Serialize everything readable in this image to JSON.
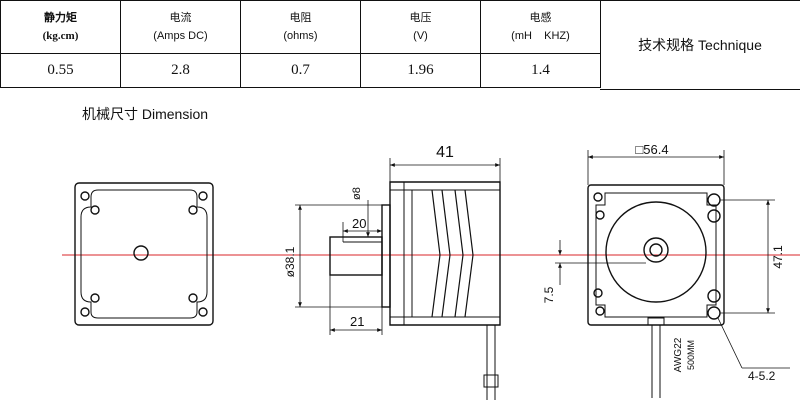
{
  "spec_table": {
    "columns": [
      {
        "name_zh": "静力矩",
        "unit": "(kg.cm)",
        "value": "0.55"
      },
      {
        "name_zh": "电流",
        "unit": "(Amps DC)",
        "value": "2.8"
      },
      {
        "name_zh": "电阻",
        "unit": "(ohms)",
        "value": "0.7"
      },
      {
        "name_zh": "电压",
        "unit": "(V)",
        "value": "1.96"
      },
      {
        "name_zh": "电感",
        "unit": "(mH    KHZ)",
        "value": "1.4"
      }
    ],
    "technique_label": "技术规格 Technique"
  },
  "dimension_title": "机械尺寸 Dimension",
  "side_view": {
    "length": "41",
    "shaft_diameter": "ø8",
    "flat_length": "20",
    "boss_diameter": "ø38.1",
    "shaft_length": "21"
  },
  "rear_view": {
    "frame_size": "□56.4",
    "hole_spacing": "47.1",
    "offset": "7.5",
    "wire_gauge": "AWG22",
    "wire_length": "500MM",
    "mount_holes": "4-5.2"
  },
  "colors": {
    "centerline": "#d9252a",
    "line": "#111111"
  }
}
